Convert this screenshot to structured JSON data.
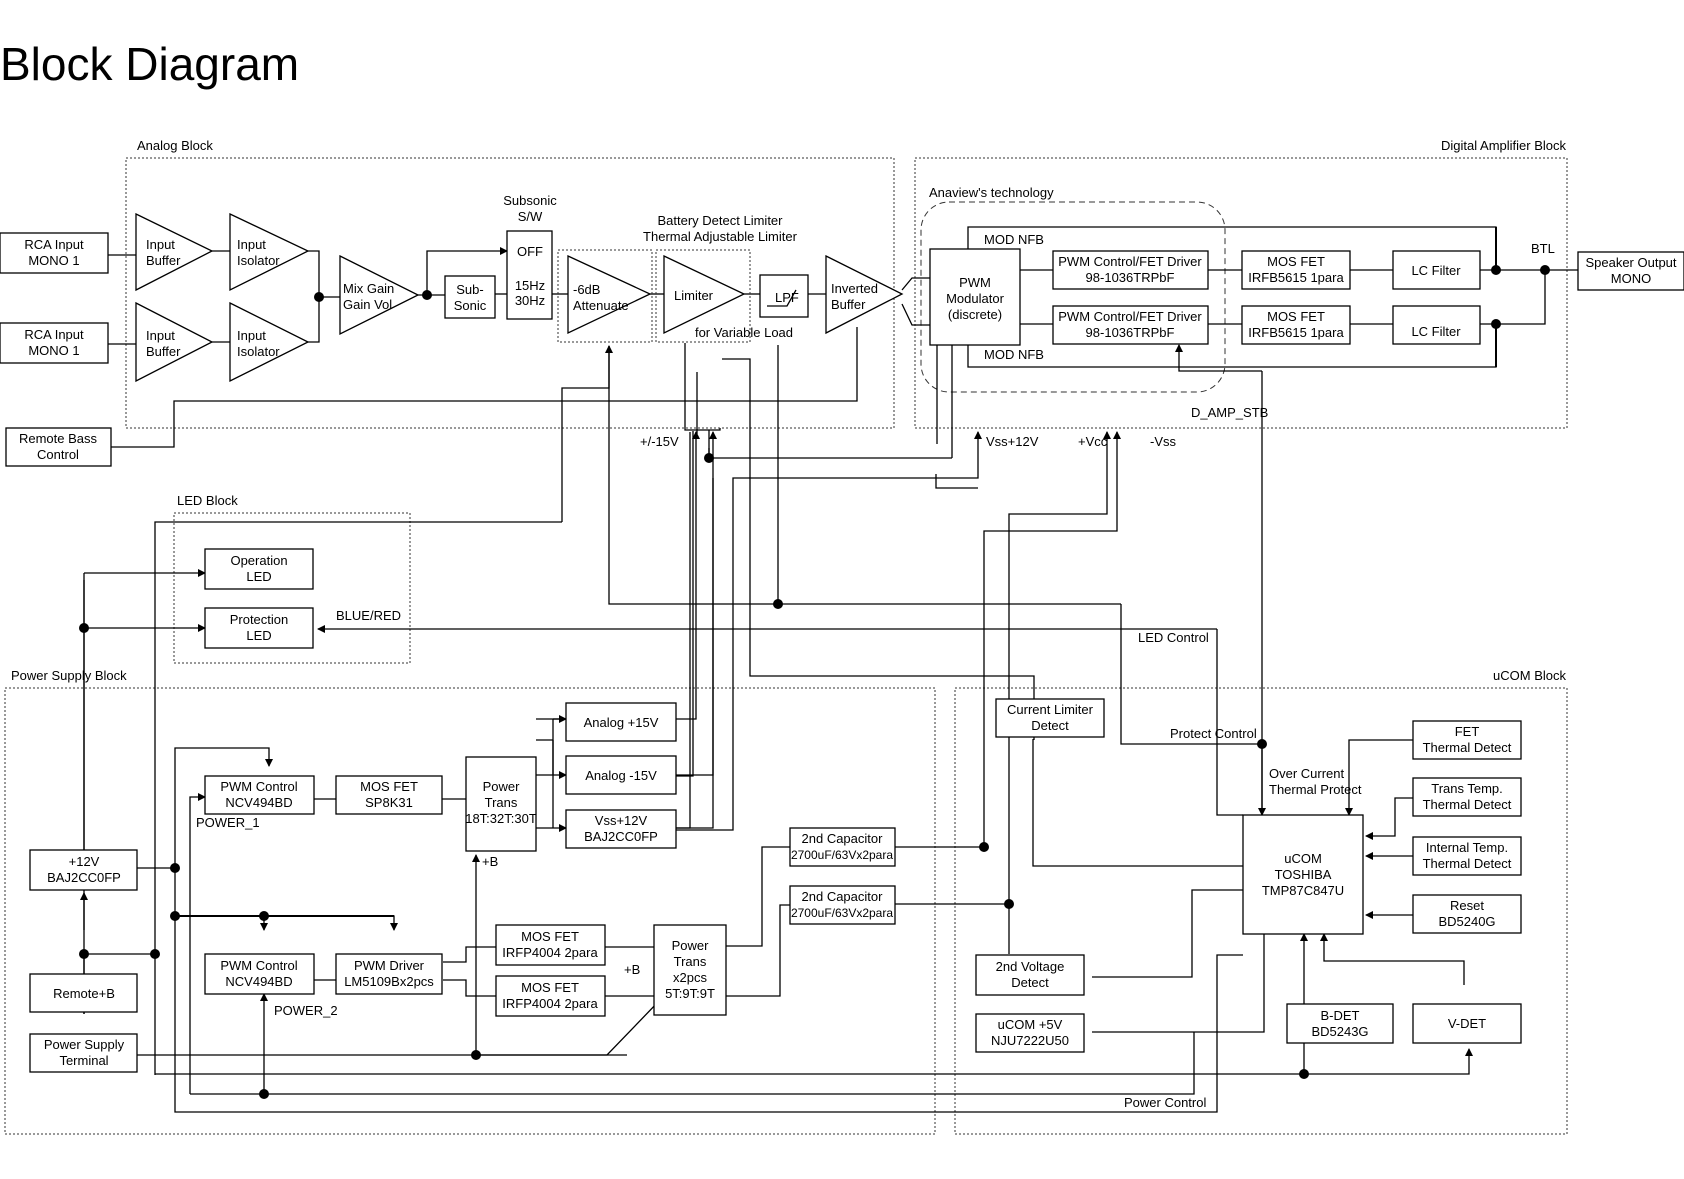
{
  "title": "Block Diagram",
  "blocks": {
    "analog": "Analog Block",
    "digital": "Digital Amplifier Block",
    "anaview": "Anaview's technology",
    "led": "LED Block",
    "power": "Power Supply Block",
    "ucom": "uCOM Block"
  },
  "nodes": {
    "rca1": [
      "RCA Input",
      "MONO 1"
    ],
    "rca2": [
      "RCA Input",
      "MONO 1"
    ],
    "remote_bass": [
      "Remote Bass",
      "Control"
    ],
    "input_buffer1": [
      "Input",
      "Buffer"
    ],
    "input_buffer2": [
      "Input",
      "Buffer"
    ],
    "input_isolator1": [
      "Input",
      "Isolator"
    ],
    "input_isolator2": [
      "Input",
      "Isolator"
    ],
    "mix_gain": [
      "Mix Gain",
      "Gain Vol"
    ],
    "subsonic": [
      "Sub-",
      "Sonic"
    ],
    "subsonic_sw_label": [
      "Subsonic",
      "S/W"
    ],
    "subsonic_sw": [
      "OFF",
      "15Hz",
      "30Hz"
    ],
    "attenuate": [
      "-6dB",
      "Attenuate"
    ],
    "limiter": [
      "Limiter"
    ],
    "lpf": [
      "LPF"
    ],
    "inverted_buffer": [
      "Inverted",
      "Buffer"
    ],
    "battery_limiter": [
      "Battery Detect Limiter",
      "Thermal Adjustable Limiter"
    ],
    "variable_load": "for Variable Load",
    "pwm_modulator": [
      "PWM",
      "Modulator",
      "(discrete)"
    ],
    "pwm_driver1": [
      "PWM Control/FET Driver",
      "98-1036TRPbF"
    ],
    "pwm_driver2": [
      "PWM Control/FET Driver",
      "98-1036TRPbF"
    ],
    "mos_fet1": [
      "MOS FET",
      "IRFB5615 1para"
    ],
    "mos_fet2": [
      "MOS FET",
      "IRFB5615 1para"
    ],
    "lc_filter1": [
      "LC Filter"
    ],
    "lc_filter2": [
      "LC Filter"
    ],
    "speaker_output": [
      "Speaker Output",
      "MONO"
    ],
    "operation_led": [
      "Operation",
      "LED"
    ],
    "protection_led": [
      "Protection",
      "LED"
    ],
    "current_limiter": [
      "Current Limiter",
      "Detect"
    ],
    "fet_thermal": [
      "FET",
      "Thermal Detect"
    ],
    "trans_thermal": [
      "Trans Temp.",
      "Thermal Detect"
    ],
    "internal_thermal": [
      "Internal Temp.",
      "Thermal Detect"
    ],
    "reset": [
      "Reset",
      "BD5240G"
    ],
    "ucom": [
      "uCOM",
      "TOSHIBA",
      "TMP87C847U"
    ],
    "bdet": [
      "B-DET",
      "BD5243G"
    ],
    "vdet": [
      "V-DET"
    ],
    "voltage_detect": [
      "2nd Voltage",
      "Detect"
    ],
    "ucom5v": [
      "uCOM +5V",
      "NJU7222U50"
    ],
    "analog15p": [
      "Analog +15V"
    ],
    "analog15n": [
      "Analog -15V"
    ],
    "vss12": [
      "Vss+12V",
      "BAJ2CC0FP"
    ],
    "pwm_control1": [
      "PWM Control",
      "NCV494BD"
    ],
    "mos_fet_sp": [
      "MOS FET",
      "SP8K31"
    ],
    "power_trans1": [
      "Power",
      "Trans",
      "18T:32T:30T"
    ],
    "plus12": [
      "+12V",
      "BAJ2CC0FP"
    ],
    "remote_b": [
      "Remote+B"
    ],
    "ps_terminal": [
      "Power Supply",
      "Terminal"
    ],
    "pwm_control2": [
      "PWM Control",
      "NCV494BD"
    ],
    "pwm_driver": [
      "PWM Driver",
      "LM5109Bx2pcs"
    ],
    "mos_fet_irfp1": [
      "MOS FET",
      "IRFP4004 2para"
    ],
    "mos_fet_irfp2": [
      "MOS FET",
      "IRFP4004 2para"
    ],
    "power_trans2": [
      "Power",
      "Trans",
      "x2pcs",
      "5T:9T:9T"
    ],
    "cap1": [
      "2nd Capacitor",
      "2700uF/63Vx2para"
    ],
    "cap2": [
      "2nd Capacitor",
      "2700uF/63Vx2para"
    ]
  },
  "labels": {
    "mod_nfb_top": "MOD NFB",
    "mod_nfb_bottom": "MOD NFB",
    "btl": "BTL",
    "d_amp_stb": "D_AMP_STB",
    "pm15": "+/-15V",
    "vss12v": "Vss+12V",
    "vcc": "+Vcc",
    "vss": "-Vss",
    "blue_red": "BLUE/RED",
    "led_control": "LED Control",
    "protect_control": "Protect Control",
    "over_current": [
      "Over Current",
      "Thermal Protect"
    ],
    "power1": "POWER_1",
    "power2": "POWER_2",
    "plus_b1": "+B",
    "plus_b2": "+B",
    "power_control": "Power Control"
  }
}
